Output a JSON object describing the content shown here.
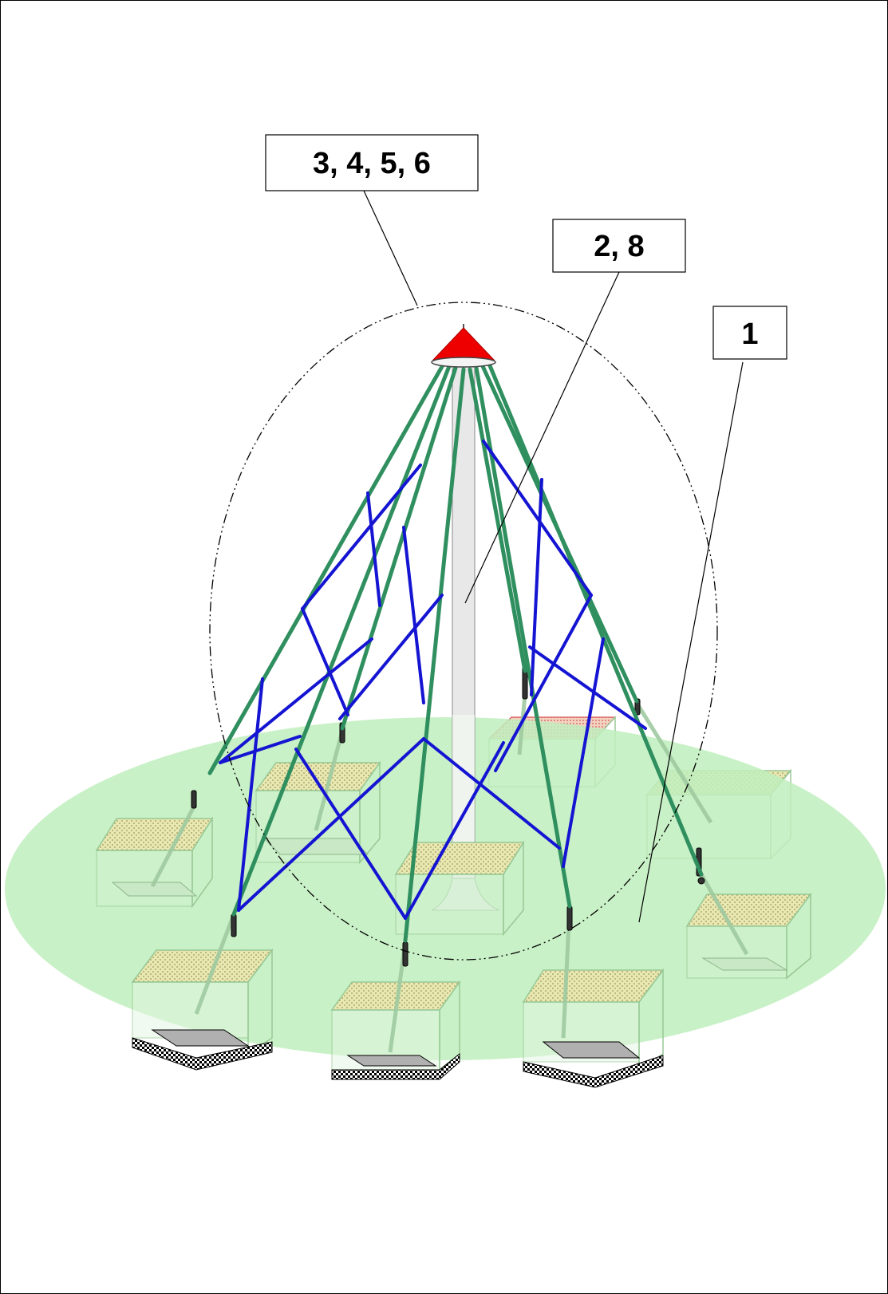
{
  "callouts": [
    {
      "id": "rigging",
      "text": "3, 4, 5, 6"
    },
    {
      "id": "mast",
      "text": "2, 8"
    },
    {
      "id": "base",
      "text": "1"
    }
  ],
  "colors": {
    "cap": "#ee0000",
    "green_stays": "#2f8f5f",
    "blue_braces": "#1414d2",
    "ground_ellipse": "#bfeebd",
    "mast": "#e6e6e6",
    "box_top": "#e4e2a6",
    "box_edge": "#97c895"
  }
}
